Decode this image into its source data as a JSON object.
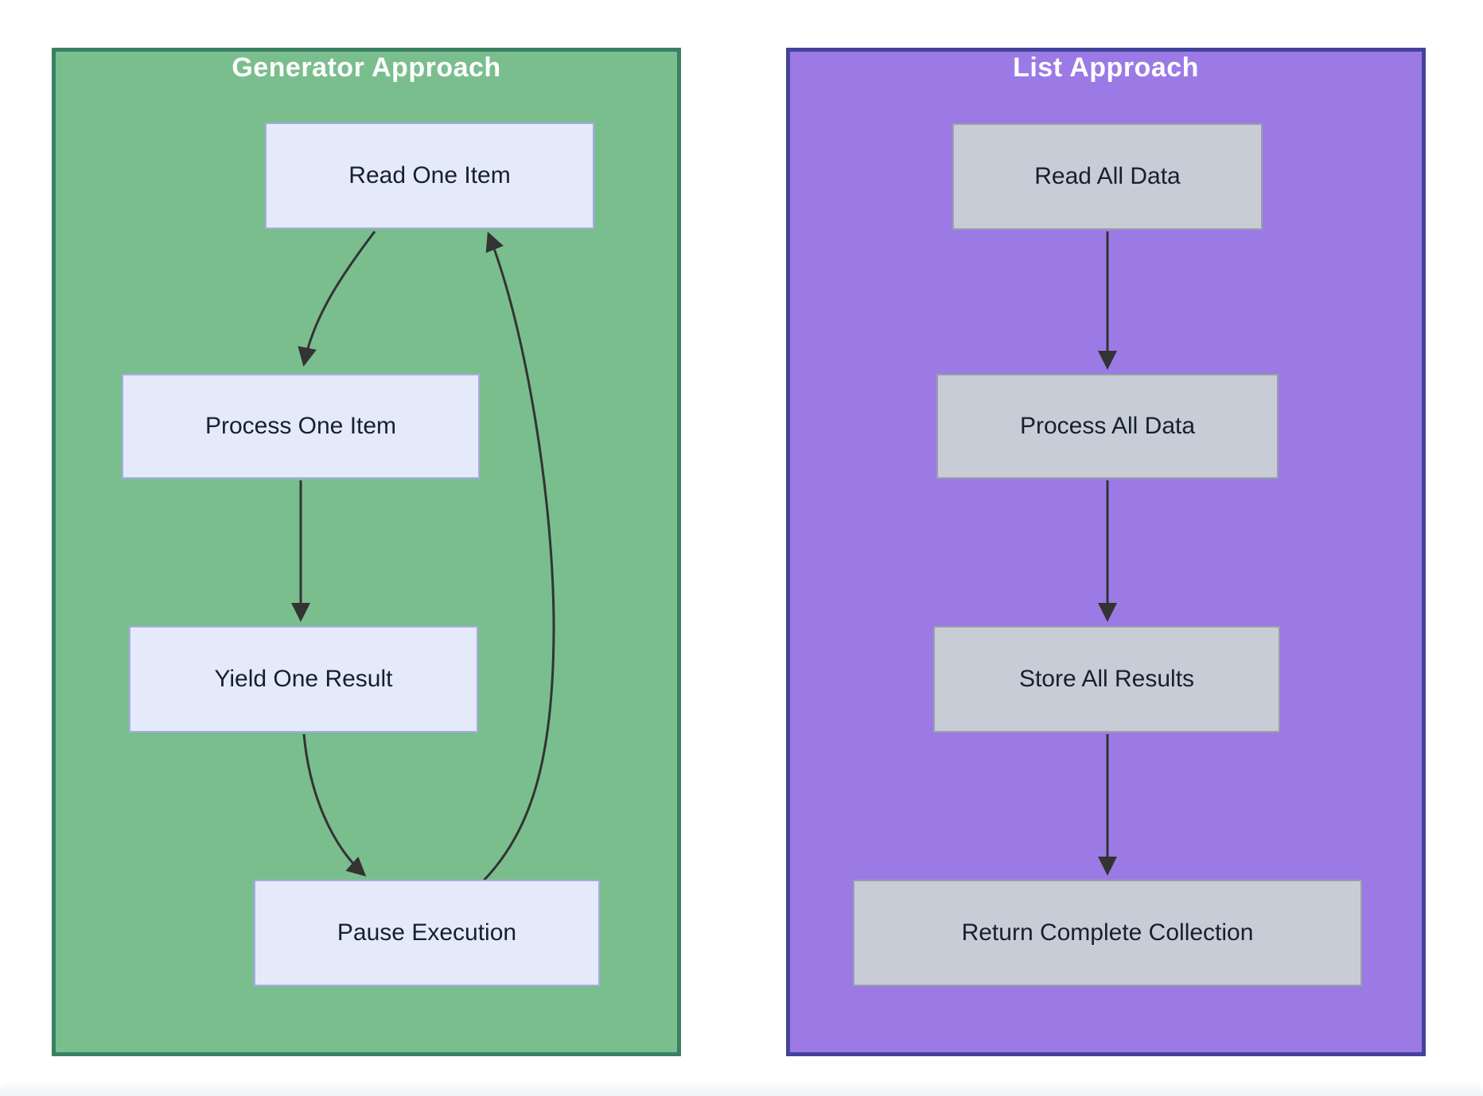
{
  "diagram": {
    "type": "flowchart-comparison",
    "edge_color": "#333333",
    "panels": [
      {
        "id": "generator",
        "title": "Generator Approach",
        "colors": {
          "panel_fill": "#7abe8e",
          "panel_border": "#3a8163",
          "node_fill": "#e5eafa",
          "node_border": "#a5abe6",
          "title_color": "#ffffff",
          "node_text": "#152030"
        },
        "nodes": [
          {
            "label": "Read One Item"
          },
          {
            "label": "Process One Item"
          },
          {
            "label": "Yield One Result"
          },
          {
            "label": "Pause Execution"
          }
        ],
        "edges": [
          {
            "from": "Read One Item",
            "to": "Process One Item"
          },
          {
            "from": "Process One Item",
            "to": "Yield One Result"
          },
          {
            "from": "Yield One Result",
            "to": "Pause Execution"
          },
          {
            "from": "Pause Execution",
            "to": "Read One Item"
          }
        ]
      },
      {
        "id": "list",
        "title": "List Approach",
        "colors": {
          "panel_fill": "#9b7ae6",
          "panel_border": "#44449c",
          "node_fill": "#c8ccd7",
          "node_border": "#99a0a5",
          "title_color": "#ffffff",
          "node_text": "#152030"
        },
        "nodes": [
          {
            "label": "Read All Data"
          },
          {
            "label": "Process All Data"
          },
          {
            "label": "Store All Results"
          },
          {
            "label": "Return Complete Collection"
          }
        ],
        "edges": [
          {
            "from": "Read All Data",
            "to": "Process All Data"
          },
          {
            "from": "Process All Data",
            "to": "Store All Results"
          },
          {
            "from": "Store All Results",
            "to": "Return Complete Collection"
          }
        ]
      }
    ]
  }
}
